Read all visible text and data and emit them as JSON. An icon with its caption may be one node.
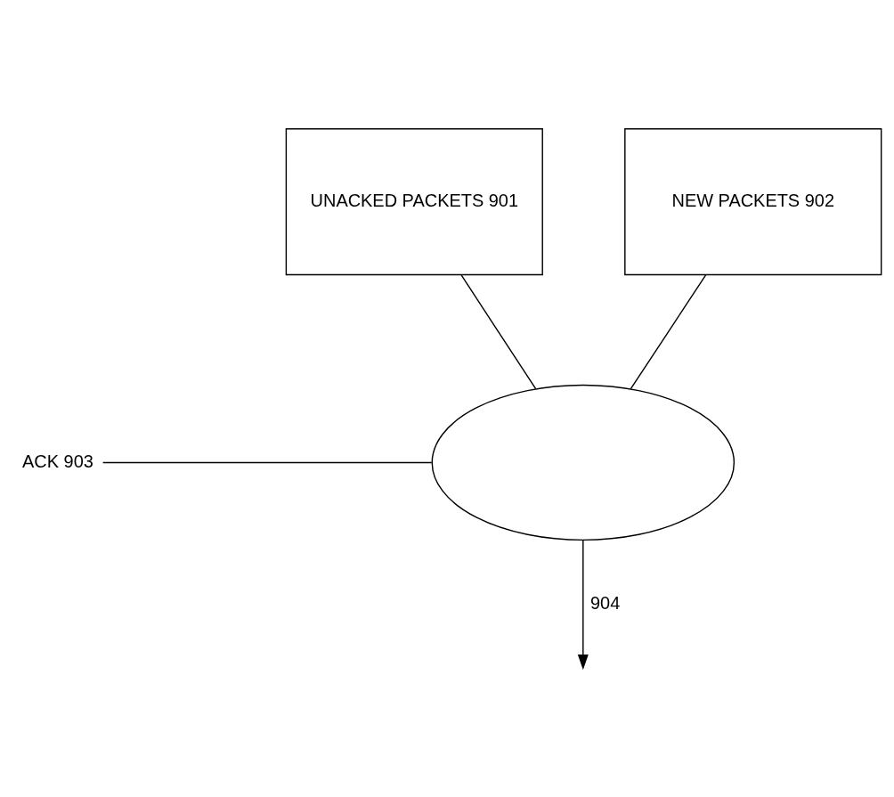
{
  "diagram": {
    "nodes": [
      {
        "text": [
          "UNACKED PACKETS 901"
        ]
      },
      {
        "text": [
          "NEW PACKETS 902"
        ]
      },
      {
        "text": [
          "ACK 903"
        ]
      },
      {
        "text": [],
        "shape": "ellipse"
      }
    ],
    "edges": [
      {
        "from": 0,
        "to": 3,
        "arrow": "none"
      },
      {
        "from": 1,
        "to": 3,
        "arrow": "none"
      },
      {
        "from": 2,
        "to": 3,
        "arrow": "none"
      },
      {
        "from": 3,
        "to": null,
        "arrow": "to",
        "label": "904"
      }
    ]
  }
}
